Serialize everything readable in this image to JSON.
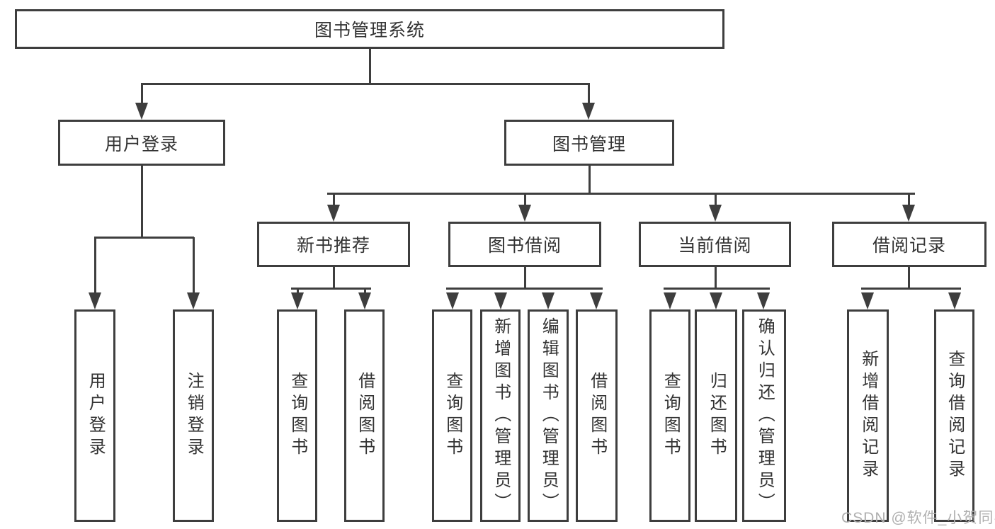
{
  "tree": {
    "label": "图书管理系统",
    "children": [
      {
        "label": "用户登录",
        "children": [
          {
            "label": "用户登录"
          },
          {
            "label": "注销登录"
          }
        ]
      },
      {
        "label": "图书管理",
        "children": [
          {
            "label": "新书推荐",
            "children": [
              {
                "label": "查询图书"
              },
              {
                "label": "借阅图书"
              }
            ]
          },
          {
            "label": "图书借阅",
            "children": [
              {
                "label": "查询图书"
              },
              {
                "label": "新增图书（管理员）"
              },
              {
                "label": "编辑图书（管理员）"
              },
              {
                "label": "借阅图书"
              }
            ]
          },
          {
            "label": "当前借阅",
            "children": [
              {
                "label": "查询图书"
              },
              {
                "label": "归还图书"
              },
              {
                "label": "确认归还（管理员）"
              }
            ]
          },
          {
            "label": "借阅记录",
            "children": [
              {
                "label": "新增借阅记录"
              },
              {
                "label": "查询借阅记录"
              }
            ]
          }
        ]
      }
    ]
  },
  "watermark": {
    "text": "CSDN @软件_小贺同学"
  },
  "colors": {
    "line": "#3e3e3e",
    "box_border": "#3e3e3e",
    "text": "#333333",
    "background": "#ffffff",
    "watermark": "#b0b0b0"
  }
}
